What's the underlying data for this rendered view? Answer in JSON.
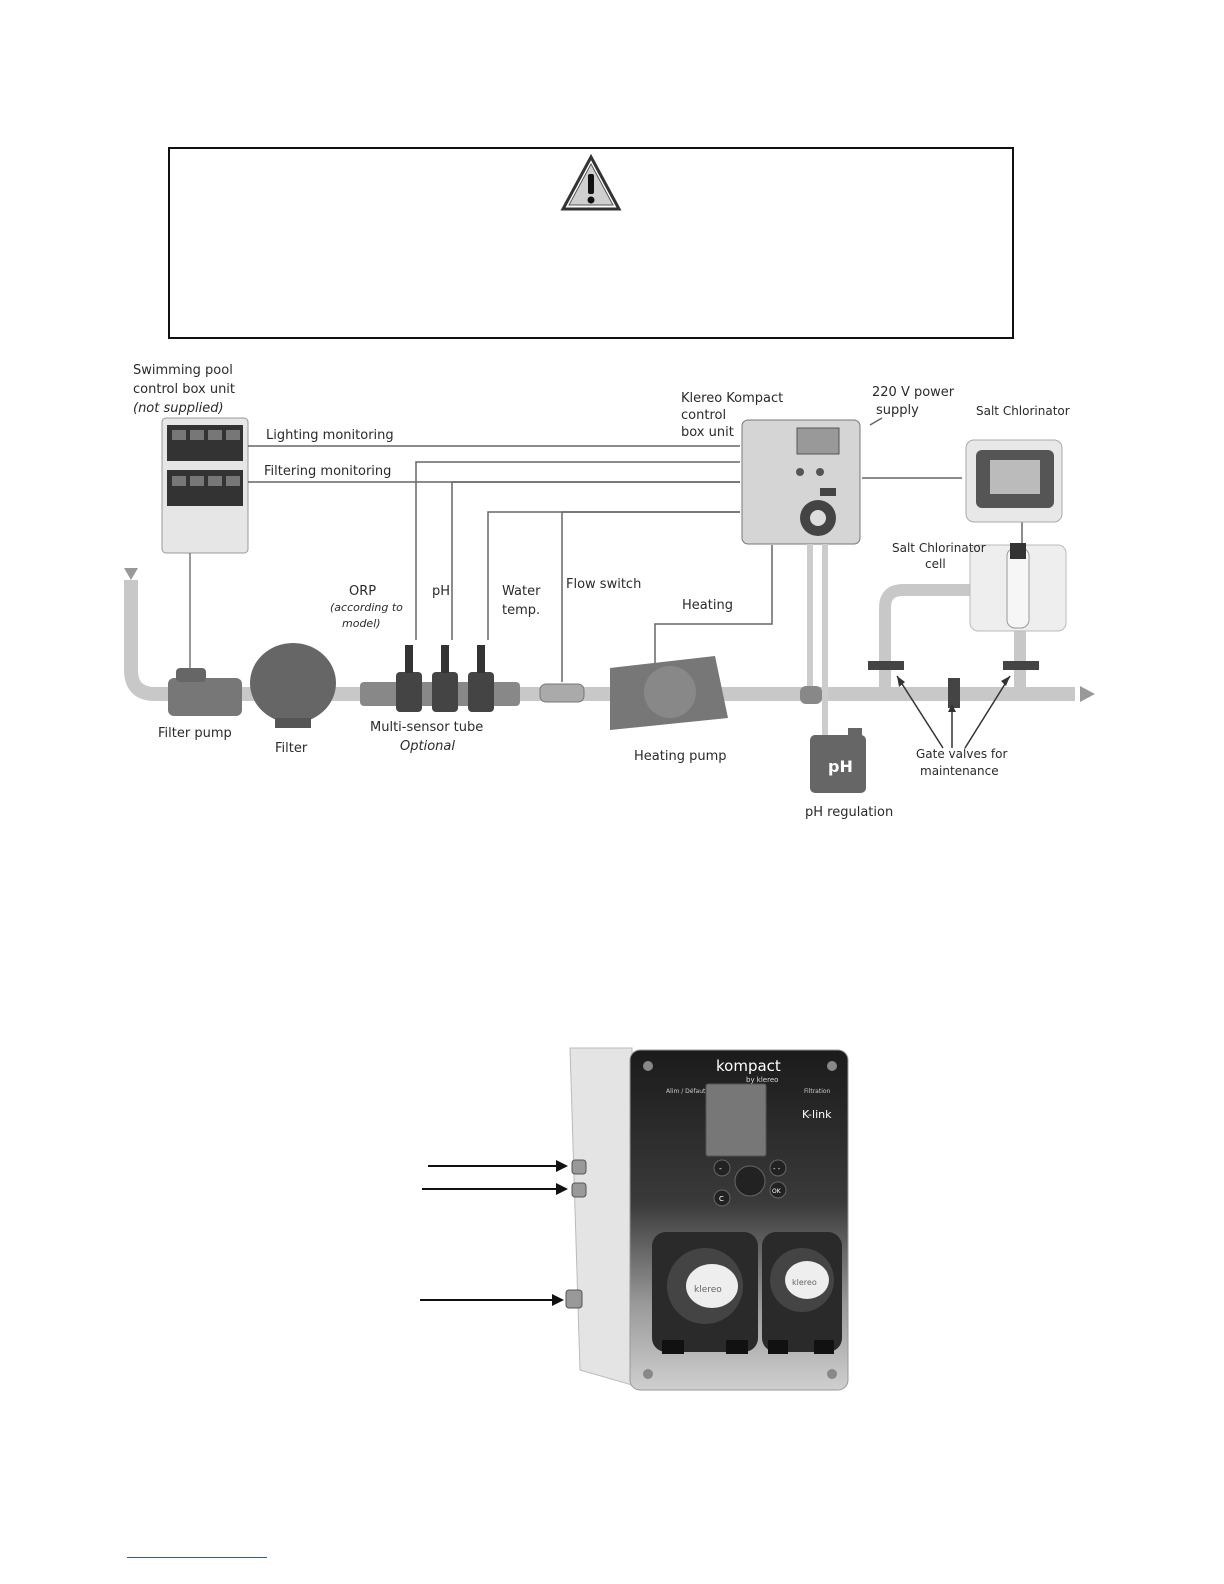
{
  "warning": {
    "icon": "warning-triangle-icon"
  },
  "diagram": {
    "labels": {
      "control_box": [
        "Swimming pool",
        "control box unit"
      ],
      "control_box_note": "(not supplied)",
      "lighting": "Lighting monitoring",
      "filtering": "Filtering monitoring",
      "klereo_box": [
        "Klereo Kompact",
        "control",
        "box unit"
      ],
      "power": [
        "220 V power",
        "supply"
      ],
      "salt_chlorinator": "Salt Chlorinator",
      "salt_cell": [
        "Salt Chlorinator",
        "cell"
      ],
      "orp": "ORP",
      "orp_note": [
        "(according to",
        "model)"
      ],
      "ph": "pH",
      "water_temp": [
        "Water",
        "temp."
      ],
      "flow_switch": "Flow switch",
      "heating": "Heating",
      "filter_pump": "Filter pump",
      "filter": "Filter",
      "multi_sensor": "Multi-sensor tube",
      "optional": "Optional",
      "heating_pump": "Heating pump",
      "ph_regulation": "pH regulation",
      "ph_can": "pH",
      "gate_valves": [
        "Gate valves for",
        "maintenance"
      ]
    }
  },
  "device": {
    "brand": "kompact",
    "brand_sub": "by klereo",
    "led_left": "Alim / Défaut",
    "led_right": "Filtration",
    "klink": "K-link",
    "buttons": {
      "minus": "-",
      "c": "C",
      "ok": "OK",
      "double": "- -"
    },
    "pump_brand": "klereo"
  },
  "colors": {
    "pipe": "#c8c8c8",
    "line": "#666666",
    "accent_link": "#3355aa"
  }
}
